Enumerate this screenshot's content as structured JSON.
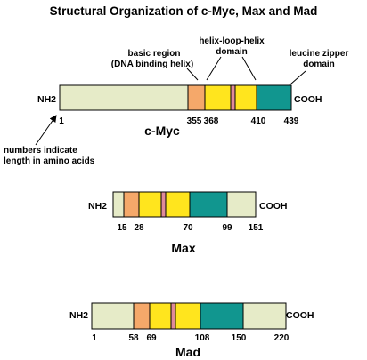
{
  "title": "Structural Organization of c-Myc, Max and Mad",
  "colors": {
    "terminal": "#e6ebc8",
    "basic": "#f5a86a",
    "helix": "#ffe51e",
    "loop": "#e08a9a",
    "zipper": "#11968f",
    "outline": "#000000"
  },
  "callouts": {
    "basic_region_line1": "basic region",
    "basic_region_line2": "(DNA binding helix)",
    "hlh_line1": "helix-loop-helix",
    "hlh_line2": "domain",
    "zipper_line1": "leucine zipper",
    "zipper_line2": "domain",
    "note_line1": "numbers indicate",
    "note_line2": "length in amino acids"
  },
  "proteins": [
    {
      "name": "c-Myc",
      "n_term": "NH2",
      "c_term": "COOH",
      "ticks": [
        "1",
        "355",
        "368",
        "410",
        "439"
      ],
      "segments": [
        {
          "type": "terminal",
          "from": 0,
          "to": 144
        },
        {
          "type": "basic",
          "from": 144,
          "to": 163
        },
        {
          "type": "helix",
          "from": 163,
          "to": 192
        },
        {
          "type": "loop",
          "from": 192,
          "to": 197
        },
        {
          "type": "helix",
          "from": 197,
          "to": 221
        },
        {
          "type": "zipper",
          "from": 221,
          "to": 260
        }
      ]
    },
    {
      "name": "Max",
      "n_term": "NH2",
      "c_term": "COOH",
      "ticks": [
        "15",
        "28",
        "70",
        "99",
        "151"
      ],
      "segments": [
        {
          "type": "terminal",
          "from": 0,
          "to": 12
        },
        {
          "type": "basic",
          "from": 12,
          "to": 29
        },
        {
          "type": "helix",
          "from": 29,
          "to": 54
        },
        {
          "type": "loop",
          "from": 54,
          "to": 59
        },
        {
          "type": "helix",
          "from": 59,
          "to": 86
        },
        {
          "type": "zipper",
          "from": 86,
          "to": 128
        },
        {
          "type": "terminal",
          "from": 128,
          "to": 160
        }
      ]
    },
    {
      "name": "Mad",
      "n_term": "NH2",
      "c_term": "COOH",
      "ticks": [
        "1",
        "58",
        "69",
        "108",
        "150",
        "220"
      ],
      "segments": [
        {
          "type": "terminal",
          "from": 0,
          "to": 47
        },
        {
          "type": "basic",
          "from": 47,
          "to": 65
        },
        {
          "type": "helix",
          "from": 65,
          "to": 89
        },
        {
          "type": "loop",
          "from": 89,
          "to": 94
        },
        {
          "type": "helix",
          "from": 94,
          "to": 122
        },
        {
          "type": "zipper",
          "from": 122,
          "to": 170
        },
        {
          "type": "terminal",
          "from": 170,
          "to": 218
        }
      ]
    }
  ]
}
